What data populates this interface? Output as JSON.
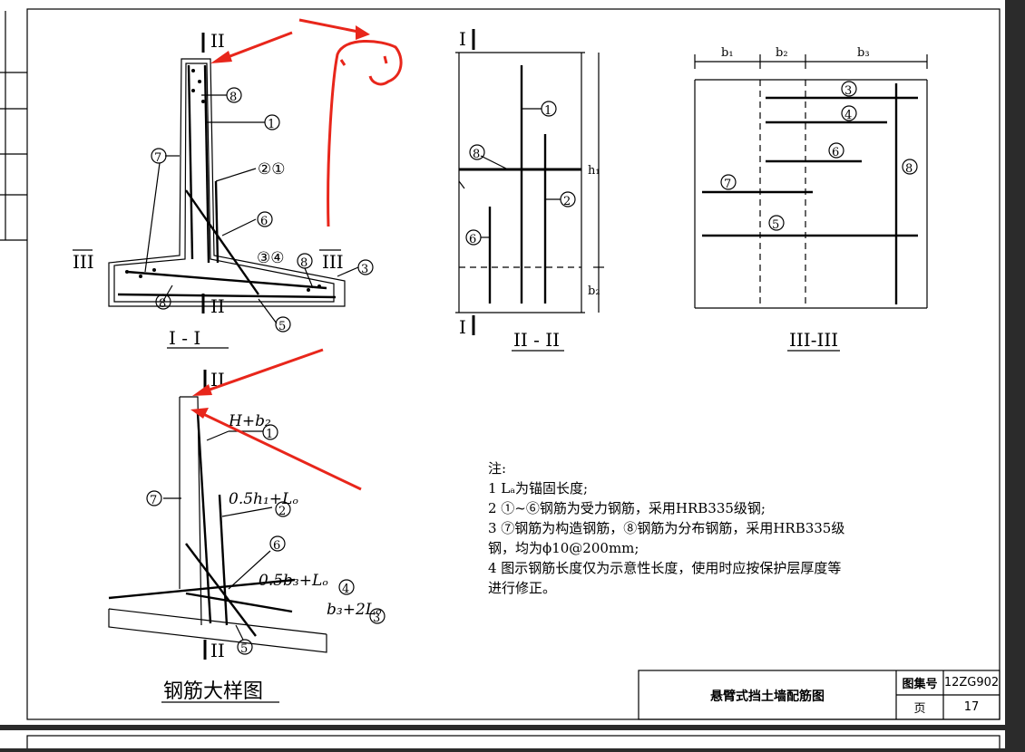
{
  "sheet": {
    "section_marks": {
      "I": "I",
      "II": "II",
      "III": "III"
    },
    "section_titles": {
      "s1": "I - I",
      "s2": "II - II",
      "s3": "III-III",
      "detail": "钢筋大样图"
    },
    "bar_numbers": [
      "1",
      "2",
      "3",
      "4",
      "5",
      "6",
      "7",
      "8"
    ],
    "label_21": "②①",
    "label_34": "③④",
    "dims": {
      "b1": "b₁",
      "b2": "b₂",
      "b3": "b₃",
      "h1": "h₁",
      "b2v": "b₂"
    },
    "detail_labels": {
      "d1": "H+b₂",
      "d2": "0.5h₁+Lₒ",
      "d4": "0.5b₃+Lₒ",
      "d3": "b₃+2Lₒ"
    },
    "notes": {
      "title": "注:",
      "n1": "1  Lₐ为锚固长度;",
      "n2": "2  ①~⑥钢筋为受力钢筋，采用HRB335级钢;",
      "n3": "3  ⑦钢筋为构造钢筋，⑧钢筋为分布钢筋，采用HRB335级",
      "n3b": "钢，均为ϕ10@200mm;",
      "n4": "4  图示钢筋长度仅为示意性长度，使用时应按保护层厚度等",
      "n4b": "进行修正。"
    },
    "title_block": {
      "drawing_title": "悬臂式挡土墙配筋图",
      "atlas_label": "图集号",
      "atlas_no": "12ZG902",
      "page_label": "页",
      "page_no": "17"
    }
  },
  "annotations": {
    "color": "#e8261b"
  }
}
